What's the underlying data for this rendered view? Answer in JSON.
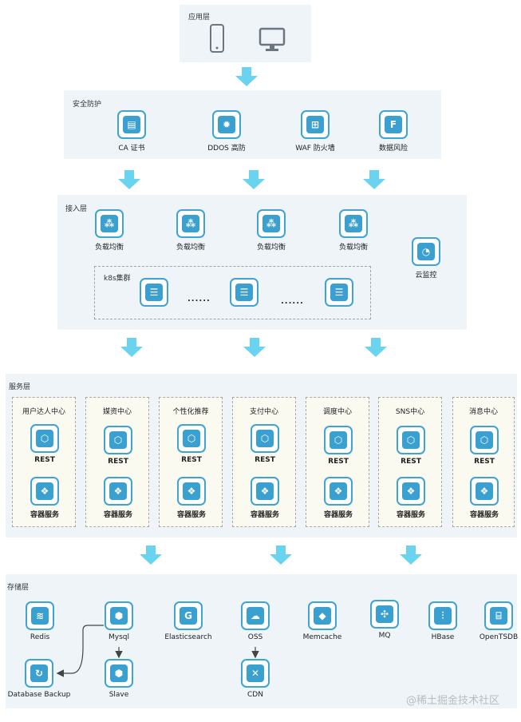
{
  "layers": {
    "app": {
      "title": "应用层"
    },
    "security": {
      "title": "安全防护",
      "items": [
        "CA 证书",
        "DDOS 高防",
        "WAF 防火墙",
        "数据风险"
      ]
    },
    "access": {
      "title": "接入层",
      "lb_label": "负载均衡",
      "k8s_title": "k8s集群",
      "dots": "......",
      "monitor_label": "云监控"
    },
    "service": {
      "title": "服务层",
      "centers": [
        "用户达人中心",
        "媒资中心",
        "个性化推荐",
        "支付中心",
        "调度中心",
        "SNS中心",
        "消息中心"
      ],
      "rest_label": "REST",
      "container_label": "容器服务"
    },
    "storage": {
      "title": "存储层",
      "items": [
        "Redis",
        "Mysql",
        "Elasticsearch",
        "OSS",
        "Memcache",
        "MQ",
        "HBase",
        "OpenTSDB"
      ],
      "backup": "Database Backup",
      "slave": "Slave",
      "cdn": "CDN"
    }
  },
  "watermark": "@稀土掘金技术社区",
  "colors": {
    "accent": "#3aa0d0",
    "arrow": "#6ad3f0",
    "panel": "#eef4f8"
  }
}
